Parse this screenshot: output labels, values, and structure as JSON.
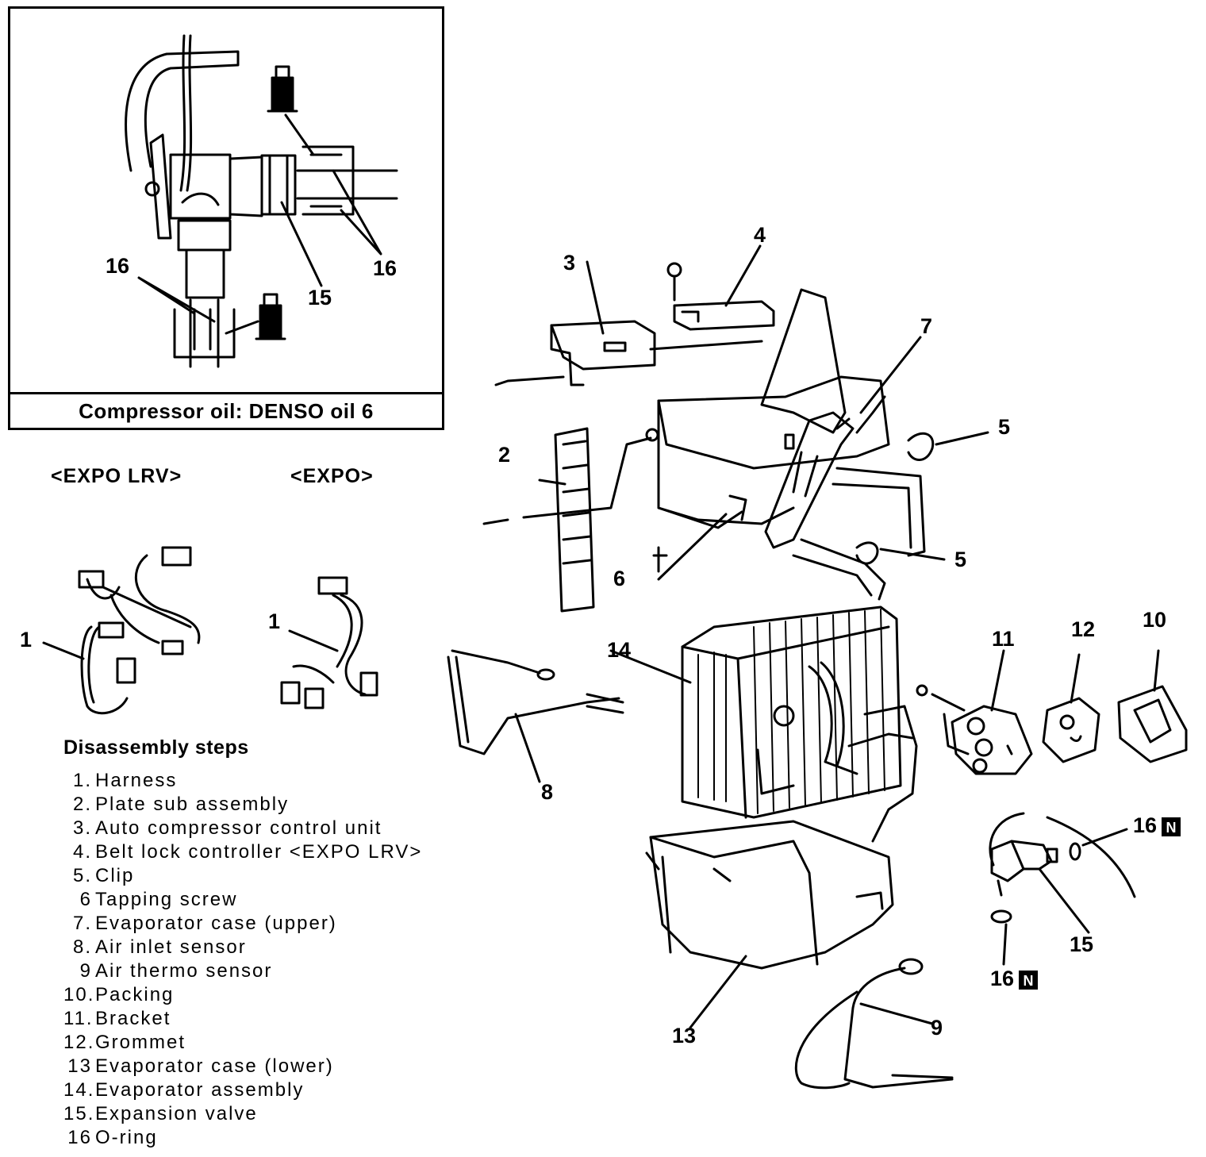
{
  "inset": {
    "caption": "Compressor oil: DENSO oil 6",
    "labels": [
      "16",
      "16",
      "15"
    ]
  },
  "variants": {
    "left": "<EXPO LRV>",
    "right": "<EXPO>"
  },
  "callouts": {
    "c1a": "1",
    "c1b": "1",
    "c2": "2",
    "c3": "3",
    "c4": "4",
    "c5a": "5",
    "c5b": "5",
    "c6": "6",
    "c7": "7",
    "c8": "8",
    "c9": "9",
    "c10": "10",
    "c11": "11",
    "c12": "12",
    "c13": "13",
    "c14": "14",
    "c15": "15",
    "c16a": "16",
    "c16b": "16"
  },
  "badge": "N",
  "steps": {
    "title": "Disassembly steps",
    "items": [
      {
        "num": "1.",
        "text": "Harness"
      },
      {
        "num": "2.",
        "text": "Plate sub assembly"
      },
      {
        "num": "3.",
        "text": "Auto compressor control unit"
      },
      {
        "num": "4.",
        "text": "Belt lock controller <EXPO LRV>"
      },
      {
        "num": "5.",
        "text": "Clip"
      },
      {
        "num": "6",
        "text": "Tapping screw"
      },
      {
        "num": "7.",
        "text": "Evaporator case (upper)"
      },
      {
        "num": "8.",
        "text": "Air inlet sensor"
      },
      {
        "num": "9",
        "text": "Air thermo sensor"
      },
      {
        "num": "10.",
        "text": "Packing"
      },
      {
        "num": "11.",
        "text": "Bracket"
      },
      {
        "num": "12.",
        "text": "Grommet"
      },
      {
        "num": "13",
        "text": "Evaporator case (lower)"
      },
      {
        "num": "14.",
        "text": "Evaporator assembly"
      },
      {
        "num": "15.",
        "text": "Expansion valve"
      },
      {
        "num": "16",
        "text": "O-ring"
      }
    ]
  }
}
